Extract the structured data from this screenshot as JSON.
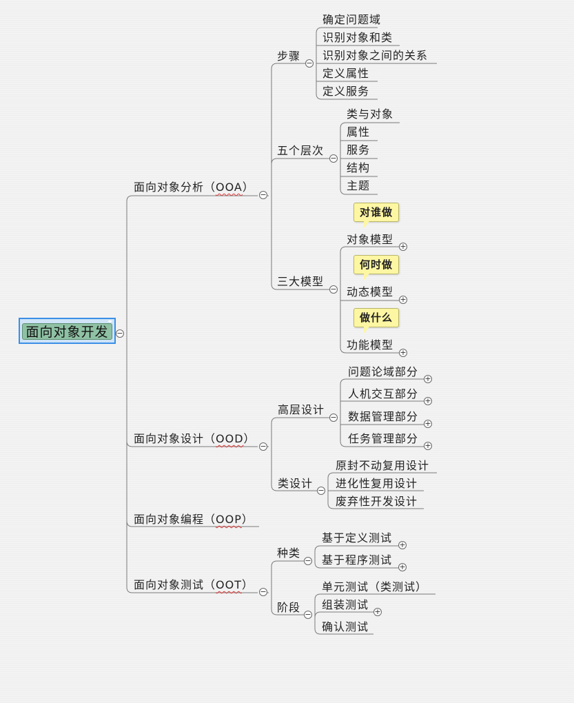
{
  "root": "面向对象开发",
  "branches": {
    "ooa": {
      "prefix": "面向对象分析（",
      "abbr": "OOA",
      "suffix": "）"
    },
    "ood": {
      "prefix": "面向对象设计（",
      "abbr": "OOD",
      "suffix": "）"
    },
    "oop": {
      "prefix": "面向对象编程（",
      "abbr": "OOP",
      "suffix": "）"
    },
    "oot": {
      "prefix": "面向对象测试（",
      "abbr": "OOT",
      "suffix": "）"
    }
  },
  "ooa": {
    "steps": {
      "label": "步骤",
      "items": [
        "确定问题域",
        "识别对象和类",
        "识别对象之间的关系",
        "定义属性",
        "定义服务"
      ]
    },
    "levels": {
      "label": "五个层次",
      "items": [
        "类与对象",
        "属性",
        "服务",
        "结构",
        "主题"
      ]
    },
    "models": {
      "label": "三大模型",
      "items": [
        {
          "label": "对象模型",
          "note": "对谁做"
        },
        {
          "label": "动态模型",
          "note": "何时做"
        },
        {
          "label": "功能模型",
          "note": "做什么"
        }
      ]
    }
  },
  "ood": {
    "high": {
      "label": "高层设计",
      "items": [
        "问题论域部分",
        "人机交互部分",
        "数据管理部分",
        "任务管理部分"
      ]
    },
    "cls": {
      "label": "类设计",
      "items": [
        "原封不动复用设计",
        "进化性复用设计",
        "废弃性开发设计"
      ]
    }
  },
  "oot": {
    "kinds": {
      "label": "种类",
      "items": [
        "基于定义测试",
        "基于程序测试"
      ]
    },
    "stages": {
      "label": "阶段",
      "items": [
        "单元测试（类测试）",
        "组装测试",
        "确认测试"
      ]
    }
  },
  "toggle": {
    "collapse": "−",
    "expand": "+"
  },
  "colors": {
    "root_fill": "#8fc1a4",
    "root_border": "#3a8ee6",
    "callout": "#fdf6a3",
    "line": "#7a7a7a"
  }
}
